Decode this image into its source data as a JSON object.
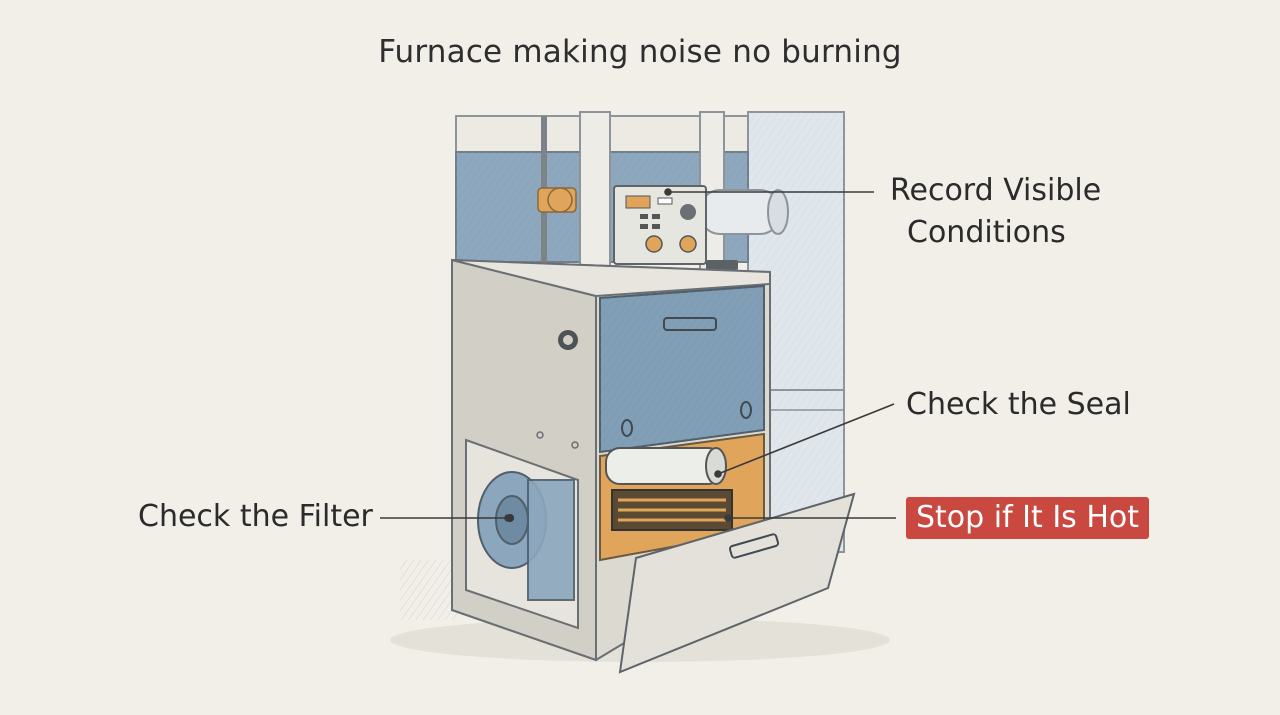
{
  "title": "Furnace making noise no burning",
  "callouts": {
    "record_line1": "Record Visible",
    "record_line2": "Conditions",
    "seal": "Check the Seal",
    "filter": "Check the Filter",
    "hot": "Stop if It Is Hot"
  },
  "colors": {
    "background": "#f1efe8",
    "warning": "#c9483f",
    "cabinet": "#dcd9d1",
    "panel_blue": "#7f9db5",
    "burner_orange": "#e0a55a"
  }
}
